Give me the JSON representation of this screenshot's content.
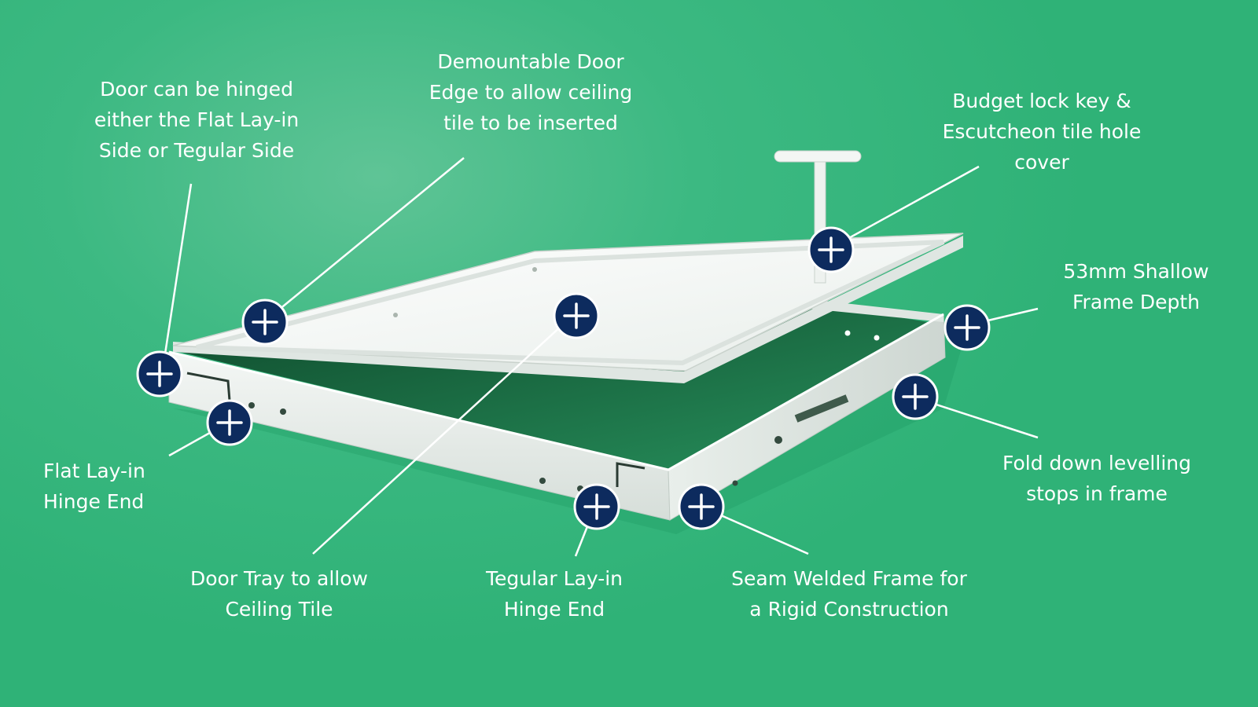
{
  "colors": {
    "background": "#3cb982",
    "hotspot_fill": "#0d2b5e",
    "hotspot_ring": "#ffffff",
    "text": "#ffffff",
    "leader": "#ffffff"
  },
  "hotspot_icon": "plus-icon",
  "callouts": [
    {
      "id": "door-hinged",
      "lines": [
        "Door can be hinged",
        "either the Flat Lay-in",
        "Side or Tegular Side"
      ]
    },
    {
      "id": "demountable-edge",
      "lines": [
        "Demountable Door",
        "Edge to allow ceiling",
        "tile to be inserted"
      ]
    },
    {
      "id": "budget-lock",
      "lines": [
        "Budget lock key &",
        "Escutcheon tile hole",
        "cover"
      ]
    },
    {
      "id": "shallow-frame",
      "lines": [
        "53mm Shallow",
        "Frame Depth"
      ]
    },
    {
      "id": "levelling-stops",
      "lines": [
        "Fold down levelling",
        "stops in frame"
      ]
    },
    {
      "id": "seam-welded",
      "lines": [
        "Seam Welded Frame for",
        "a Rigid Construction"
      ]
    },
    {
      "id": "tegular-hinge",
      "lines": [
        "Tegular Lay-in",
        "Hinge End"
      ]
    },
    {
      "id": "door-tray",
      "lines": [
        "Door Tray to allow",
        "Ceiling Tile"
      ]
    },
    {
      "id": "flat-hinge",
      "lines": [
        "Flat Lay-in",
        "Hinge End"
      ]
    }
  ]
}
